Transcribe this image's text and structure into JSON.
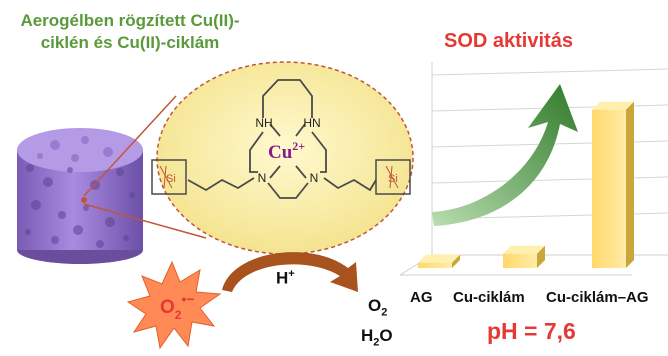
{
  "aerogel_label": "Aerogélben rögzített Cu(II)-ciklén és Cu(II)-ciklám",
  "sod_title": "SOD aktivitás",
  "ph_label": "pH = 7,6",
  "molecule": {
    "nh_left": "NH",
    "hn_right": "HN",
    "n_left": "N",
    "n_right": "N",
    "metal": "Cu",
    "charge": "2+",
    "si_left": "Si",
    "si_right": "Si"
  },
  "reaction": {
    "superoxide_base": "O",
    "superoxide_sub": "2",
    "superoxide_charge": "•−",
    "catalyst": "H",
    "catalyst_charge": "+",
    "product_1_base": "O",
    "product_1_sub": "2",
    "product_2_base": "H",
    "product_2_sub": "2",
    "product_2_tail": "O"
  },
  "chart_data": {
    "type": "bar",
    "categories": [
      "AG",
      "Cu-ciklám",
      "Cu-ciklám–AG"
    ],
    "values": [
      3,
      8,
      88
    ],
    "ylim": [
      0,
      100
    ],
    "grid": true,
    "title": "SOD aktivitás",
    "xlabel": "",
    "ylabel": ""
  },
  "colors": {
    "green_text": "#5a9a3a",
    "red_text": "#e53935",
    "bar_front": "#ffe27a",
    "bar_side": "#c9a53a",
    "bar_top": "#fff0b0",
    "ellipse_fill": "#fbf0a6",
    "aerogel": "#9b7bd0",
    "arrow_green": "#4a8a3a",
    "arrow_brown": "#a8521e",
    "molecule": "#4a4a4a",
    "metal": "#8a1a8a",
    "burst": "#ff8a55",
    "burst_text": "#e53935"
  }
}
